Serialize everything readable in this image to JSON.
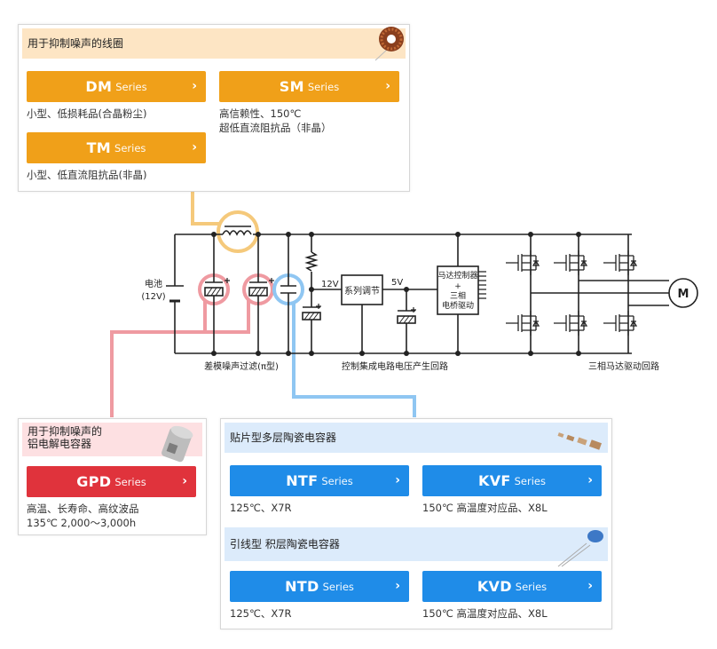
{
  "coil_panel": {
    "title": "用于抑制噪声的线圈",
    "products": [
      {
        "name": "DM",
        "series": "Series",
        "desc": [
          "小型、低损耗品(合晶粉尘)"
        ]
      },
      {
        "name": "SM",
        "series": "Series",
        "desc": [
          "高信赖性、150℃",
          "超低直流阻抗品（非晶）"
        ]
      },
      {
        "name": "TM",
        "series": "Series",
        "desc": [
          "小型、低直流阻抗品(非晶)"
        ]
      }
    ]
  },
  "electrolytic_panel": {
    "title": [
      "用于抑制噪声的",
      "铝电解电容器"
    ],
    "products": [
      {
        "name": "GPD",
        "series": "Series",
        "desc": [
          "高温、长寿命、高纹波品",
          "135℃ 2,000～3,000h"
        ]
      }
    ]
  },
  "ceramic_panel": {
    "smd_title": "贴片型多层陶瓷电容器",
    "leaded_title": "引线型 积层陶瓷电容器",
    "products": [
      {
        "name": "NTF",
        "series": "Series",
        "desc": [
          "125℃、X7R"
        ]
      },
      {
        "name": "KVF",
        "series": "Series",
        "desc": [
          "150℃ 高温度对应品、X8L"
        ]
      },
      {
        "name": "NTD",
        "series": "Series",
        "desc": [
          "125℃、X7R"
        ]
      },
      {
        "name": "KVD",
        "series": "Series",
        "desc": [
          "150℃ 高温度对应品、X8L"
        ]
      }
    ]
  },
  "circuit": {
    "battery_label": [
      "电池",
      "(12V)"
    ],
    "v12": "12V",
    "v5": "5V",
    "regulator": "系列调节",
    "controller": [
      "马达控制器",
      "+",
      "三相",
      "电桥驱动"
    ],
    "motor": "M",
    "caption_filter": "差模噪声过滤(π型)",
    "caption_control": "控制集成电路电压产生回路",
    "caption_drive": "三相马达驱动回路"
  },
  "colors": {
    "orange": "#f0a019",
    "red": "#e0333c",
    "blue": "#1f8ce8",
    "coil_header": "#fde5c4",
    "electrolytic_header": "#fde0e2",
    "ceramic_header": "#dcebfb",
    "coil_link": "#f5c97b",
    "electrolytic_link": "#ef9aa1",
    "ceramic_link": "#8fc6f2"
  }
}
